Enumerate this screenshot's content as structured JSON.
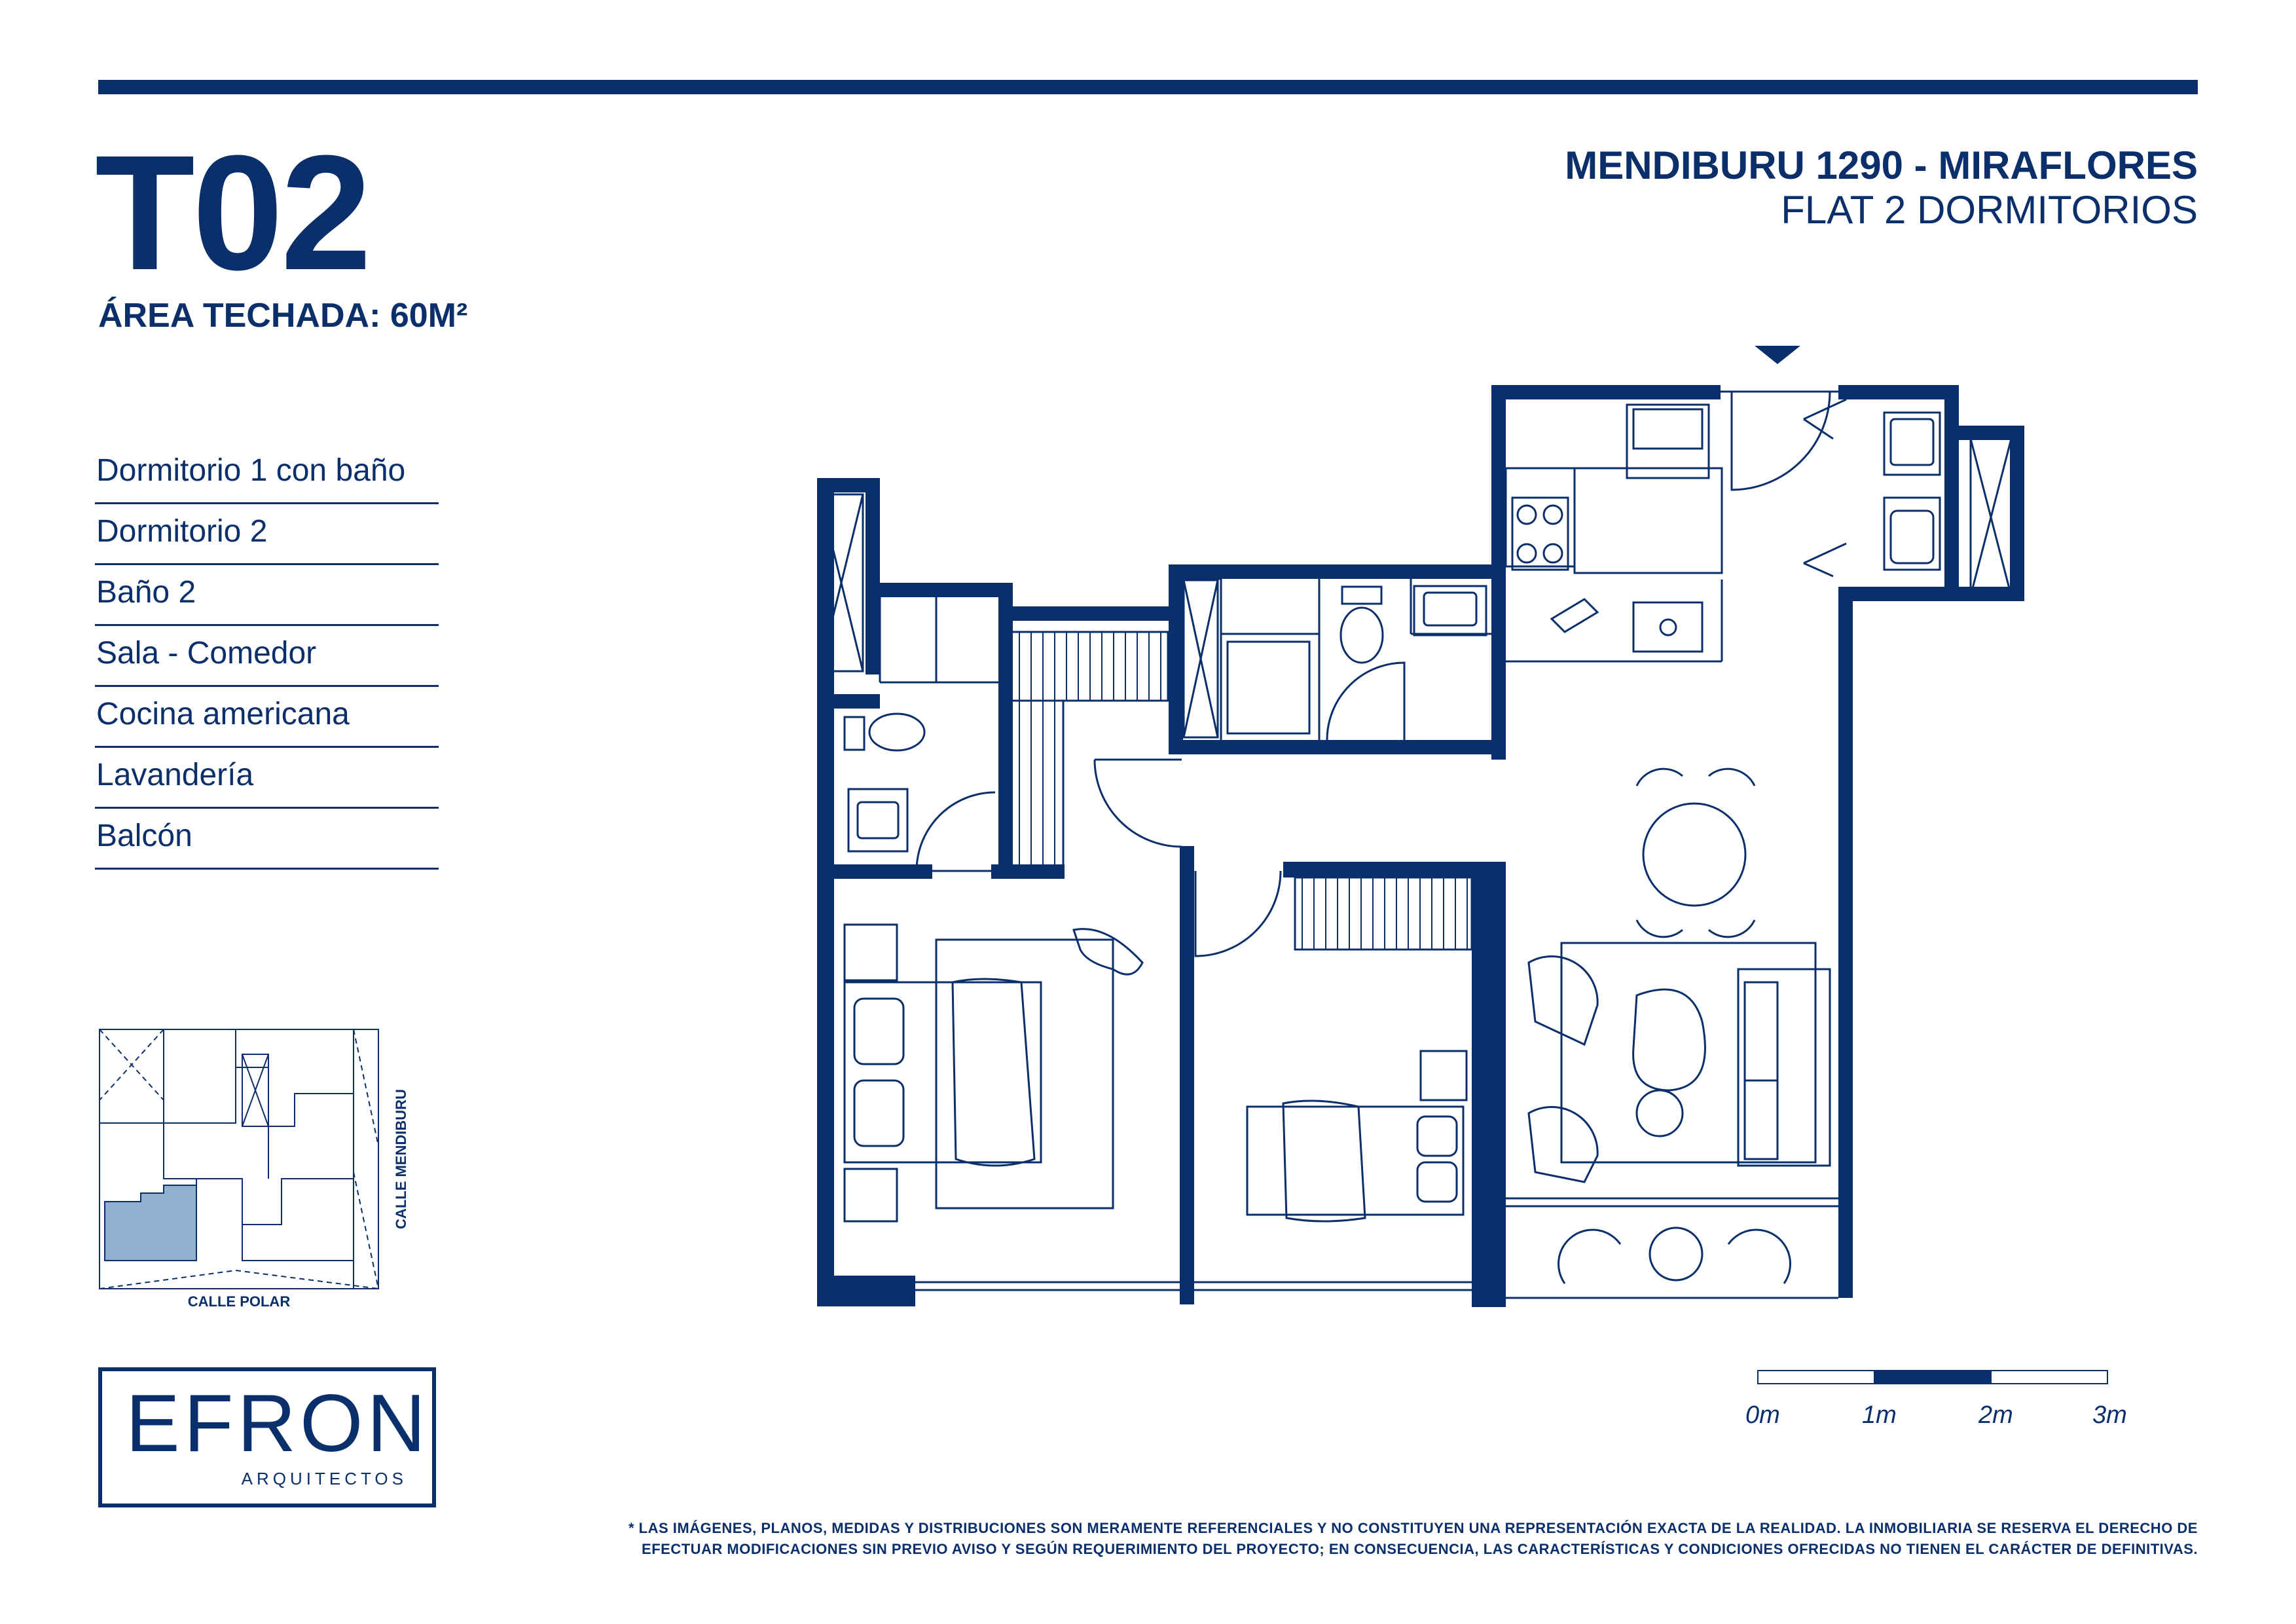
{
  "unit": {
    "code": "T02",
    "area": "ÁREA TECHADA: 60M²"
  },
  "project": {
    "name": "MENDIBURU 1290 - MIRAFLORES",
    "type": "FLAT 2 DORMITORIOS"
  },
  "features": [
    "Dormitorio 1 con baño",
    "Dormitorio 2",
    "Baño 2",
    "Sala - Comedor",
    "Cocina americana",
    "Lavandería",
    "Balcón"
  ],
  "keyplan": {
    "street_side": "CALLE MENDIBURU",
    "street_bottom": "CALLE POLAR",
    "highlight_color": "#8fb0cf"
  },
  "logo": {
    "word": "EFRON",
    "sub": "ARQUITECTOS"
  },
  "scale": {
    "labels": [
      "0m",
      "1m",
      "2m",
      "3m"
    ]
  },
  "disclaimer": {
    "line1": "* LAS IMÁGENES, PLANOS, MEDIDAS Y DISTRIBUCIONES SON MERAMENTE REFERENCIALES Y NO CONSTITUYEN UNA REPRESENTACIÓN EXACTA DE LA REALIDAD. LA INMOBILIARIA SE RESERVA EL DERECHO DE",
    "line2": "EFECTUAR MODIFICACIONES SIN PREVIO AVISO Y SEGÚN REQUERIMIENTO DEL PROYECTO; EN CONSECUENCIA, LAS CARACTERÍSTICAS Y CONDICIONES OFRECIDAS NO TIENEN EL CARÁCTER DE DEFINITIVAS."
  },
  "colors": {
    "navy": "#0b2f6b",
    "background": "#ffffff"
  }
}
